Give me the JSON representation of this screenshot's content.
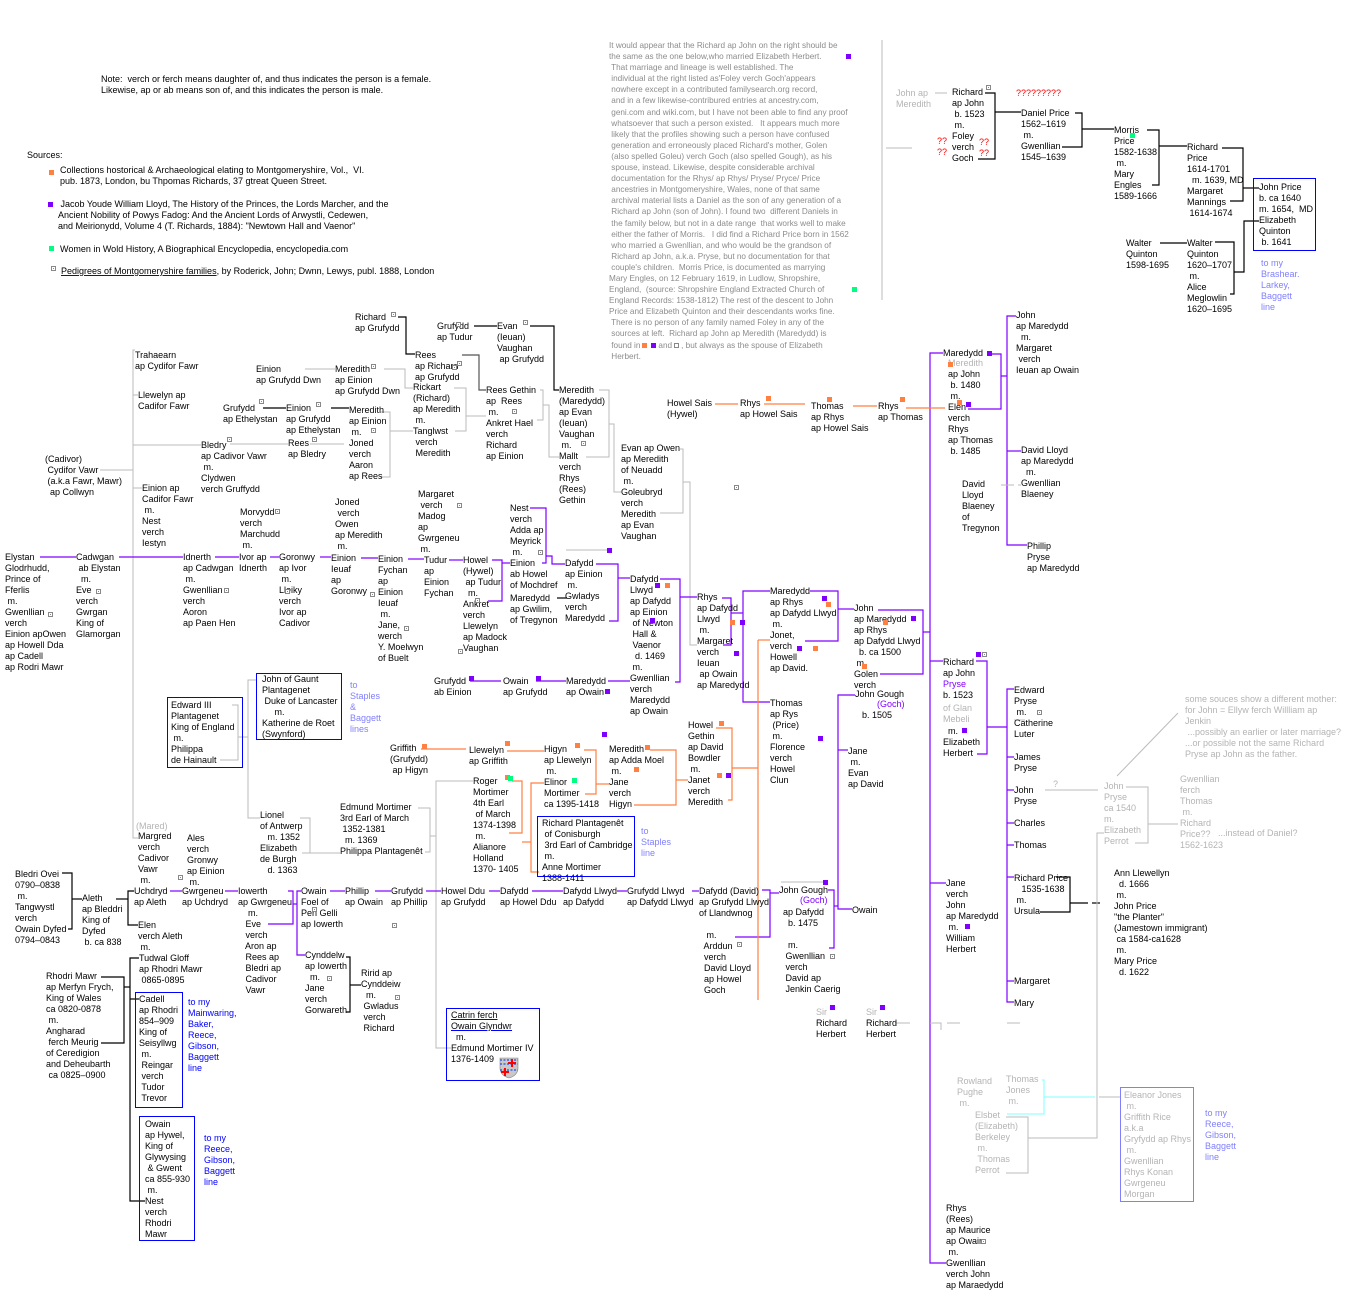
{
  "header": {
    "note": "Note:  verch or ferch means daughter of, and thus indicates the person is a female.\nLikewise, ap or ab means son of, and this indicates the person is male.",
    "sources_label": "Sources:",
    "sources": [
      {
        "marker": "orange-square",
        "color": "#ff8040",
        "text": "Collections hostorical & Archaeological elating to Montgomeryshire, Vol.,  VI.\npub. 1873, London, bu Thpomas Richards, 37 gtreat Queen Street."
      },
      {
        "marker": "purple-square",
        "color": "#8000ff",
        "text": " Jacob Youde William Lloyd, The History of the Princes, the Lords Marcher, and the\nAncient Nobility of Powys Fadog: And the Ancient Lords of Arwystli, Cedewen,\nand Meirionydd, Volume 4 (T. Richards, 1884): \"Newtown Hall and Vaenor\""
      },
      {
        "marker": "green-square",
        "color": "#00ff80",
        "text": "Women in Wold History, A Biographical Encyclopedia, encyclopedia.com"
      },
      {
        "marker": "grey-dot-square",
        "color": "#888888",
        "link": "Pedigrees of Montgomeryshire families",
        "text": ", by Roderick, John; Dwnn, Lewys, publ. 1888, London"
      }
    ]
  },
  "commentary": {
    "lines": [
      "It would appear that the Richard ap John on the right should be",
      "the same as the one below,who married Elizabeth Herbert.",
      " That marriage and lineage is well established. The",
      " individual at the right listed as'Foley verch Goch'appears",
      " nowhere except in a contributed familysearch.org record,",
      " and in a few likewise-contribured entries at ancestry.com,",
      " geni.com and wiki.com, but I have not been able to find any proof",
      " whatsoever that such a person existed.   It appears much more",
      " likely that the profiles showing such a person have confused",
      " generation and erroneously placed Richard's mother, Golen",
      " (also spelled Goleu) verch Goch (also spelled Gough), as his",
      " spouse, instead. Likewise, despite considerable archival",
      " documentation for the Rhys/ ap Rhys/ Pryse/ Pryce/ Price",
      " ancestries in Montgomeryshire, Wales, none of that same",
      " archival material lists a Daniel as the son of any generation of a",
      " Richard ap John (son of John). I found two  different Daniels in",
      " the family below, but not in a date range  that works well to make",
      " either the father of Morris.   I did find a Richard Price born in 1562",
      " who married a Gwenllian, and who would be the grandson of",
      " Richard ap John, a.k.a. Pryse, but no documentation for that",
      " couple's children.  Morris Price, is documented as marrying",
      "Mary Engles, on 12 February 1619, in Ludlow, Shropshire,",
      "England,  (source: Shropshire England Extracted Church of",
      "England Records: 1538-1812) The rest of the descent to John",
      "Price and Elizabeth Quinton and their descendants works fine.",
      " There is no person of any family named Foley in any of the",
      " sources at left.  Richard ap John ap Meredith (Maredydd) is"
    ],
    "found_in": " found in",
    "and": "and",
    "tail": ", but always as the spouse of Elizabeth",
    "last": " Herbert."
  },
  "people": [
    "John ap\nMeredith",
    "Richard\nap John\n b. 1523\n m.\nFoley\nverch\nGoch",
    "?????????",
    "??\n??",
    "??\n??",
    "Daniel Price\n1562–1619\n m.\nGwenllian\n1545–1639",
    "Morris\nPrice\n1582-1638\n m.\nMary\nEngles\n1589-1666",
    "Richard\nPrice\n1614-1701\n  m. 1639, MD\nMargaret\nMannings\n 1614-1674",
    "John Price\nb. ca 1640\nm. 1654,  MD\nElizabeth\nQuinton\n b. 1641",
    "Walter\nQuinton\n1598-1695",
    "Walter\nQuinton\n1620–1707\n m.\nAlice\nMeglowlin\n1620–1695",
    "Richard\nap Grufydd",
    "Grufydd\nap Tudur",
    "Evan\n(Ieuan)\nVaughan\n ap Grufydd",
    "Rees\nap Richard\nap Grufydd",
    "Rickart\n(Richard)\nap Meredith\n m.\nTanglwst\n verch\n Meredith",
    "Rees Gethin\nap  Rees\n m.\nAnkret Hael\nverch\nRichard\nap Einion",
    "Meredith\n(Maredydd)\nap Evan\n(Ieuan)\nVaughan\n m.\nMallt\nverch\nRhys\n(Rees)\nGethin",
    "Trahaearn\nap Cydifor Fawr",
    "Llewelyn ap\nCadifor Fawr",
    "Einion\nap Grufydd Dwn",
    "Meredith\nap Einion\nap Grufydd Dwn",
    "Grufydd\nap Ethelystan",
    "Einion\nap Grufydd\nap Ethelystan",
    "Meredith\nap Einion\n m.\nJoned\nverch\nAaron\nap Rees",
    "Bledry\nap Cadivor Vawr\n m.\nClydwen\nverch Gruffydd",
    "Rees\nap Bledry",
    "(Cadivor)\n Cydifor Vawr\n (a.k.a Fawr, Mawr)\n  ap Collwyn",
    "Einion ap\nCadifor Fawr\n m.\nNest\nverch\nIestyn",
    "Morvydd\nverch\nMarchudd\n m.",
    "Joned\n verch\nOwen\nap Meredith\n m.",
    "Margaret\n verch\nMadog\nap\nGwrgeneu\n m.",
    "Elystan\nGlodrhudd,\nPrince of\nFferlis\n m.\nGwenllian\nverch\nEinion apOwen\nap Howell Dda\nap Cadell\nap Rodri Mawr",
    "Cadwgan\n ab Elystan\n  m.\nEve\nverch\nGwrgan\nKing of\nGlamorgan",
    "Idnerth\nap Cadwgan\n m.\nGwenllian\nverch\nAoron\nap Paen Hen",
    "Ivor ap\nIdnerth",
    "Goronwy\nap Ivor\n m.\nLleiky\nverch\nIvor ap\nCadivor",
    "Einion\nIeuaf\nap\nGoronwy",
    "Einion\nFychan\nap\nEinion\nIeuaf\n m.\nJane,\nwerch\nY. Moelwyn\nof Buelt",
    "Tudur\nap\nEinion\nFychan",
    "Howel\n(Hywel)\n ap Tudur\n  m.\nAnkret\nverch\nLlewelyn\nap Madock\nVaughan",
    "Nest\nverch\nAdda ap\nMeyrick\n m.\nEinion\nab Howel\nof Mochdref",
    "Maredydd\nap Gwilim,\nof Tregynon",
    "Dafydd\nap Einion\n m.\nGwladys\nverch\nMaredydd",
    "Dafydd\nLlwyd\nap Dafydd\nap Einion\n of Newton\n Hall &\n Vaenor\n  d. 1469\n m.\nGwenllian\nverch\nMaredydd\nap Owain",
    "Evan ap Owen\nap Meredith\nof Neuadd\n m.\nGoleubryd\nverch\nMeredith\nap Evan\nVaughan",
    "Howel Sais\n(Hywel)",
    "Rhys\nap Howel Sais",
    "Thomas\nap Rhys\nap Howel Sais",
    "Rhys\nap Thomas",
    "Rhys\nap Dafydd\nLlwyd\n m.\nMargaret\nverch\nIeuan\n ap Owain\nap Maredydd",
    "Maredydd\nap Rhys\nap Dafydd Llwyd\n m.\nJonet,\nverch\nHowell\nap David.",
    "John\nap Maredydd\nap Rhys\nap Dafydd Llwyd\n  b. ca 1500\n m.\nGolen\nverch",
    "John Gough",
    "(Goch)",
    "b. 1505",
    "Thomas\nap Rys\n (Price)\n m.\nFlorence\nverch\nHowel\nClun",
    "Howel\nGethin\nap David\nBowdler\n m.\nJanet\nverch\nMeredith",
    "Jane\n m.\nEvan\nap David",
    "Grufydd\nab Einion",
    "Owain\nap Grufydd",
    "Maredydd\nap Owain",
    "Griffith\n(Grufydd)\n ap Higyn",
    "Llewelyn\nap Griffith",
    "Higyn\nap Llewelyn\n m.\nElinor\nMortimer\nca 1395-1418",
    "Meredith\nap Adda Moel\n m.\nJane\nverch\nHigyn",
    "Roger\nMortimer\n4th Earl\n of March\n1374-1398\n m.\nAlianore\nHolland\n1370- 1405",
    "Richard Plantagenêt\n of Conisburgh\n 3rd Earl of Cambridge\n m.\nAnne Mortimer\n1388-1411",
    "to\nStaples\nline",
    "John of Gaunt\nPlantagenet\n Duke of Lancaster\n     m.\nKatherine de Roet\n(Swynford)",
    "to\nStaples\n&\nBaggett\nlines",
    "Edward III\nPlantagenet\nKing of England\n m.\nPhilippa\nde Hainault",
    "Edmund Mortimer\n3rd Earl of March\n 1352-1381\n  m. 1369\nPhilippa Plantagenêt",
    "Lionel\nof Antwerp\n   m. 1352\nElizabeth\nde Burgh\n   d. 1363",
    "(Mared)",
    "Margred\nverch\nCadivor\nVawr\n m.",
    "Ales\nverch\nGronwy\nap Einion\n m.",
    "Bledri Ovei\n0790–0838\n m.\nTangwystl\nverch\nOwain Dyfed\n0794–0843",
    "Aleth\nap Bleddri\nKing of\nDyfed\n b. ca 838",
    "Uchdryd\nap Aleth",
    "Elen\nverch Aleth\n m.",
    "Gwrgeneu\nap Uchdryd",
    "Iowerth\nap Gwrgeneu\n    m.\n   Eve\n   verch\n   Aron ap\n   Rees ap\n   Bledri ap\n   Cadivor\n   Vawr",
    "Owain\nFoel of\nPen Gelli\nap Iowerth",
    "Phillip\nap Owain",
    "Grufydd\nap Phillip",
    "Howel Ddu\nap Grufydd",
    "Dafydd\nap Howel Ddu",
    "Dafydd Llwyd\nap Dafydd",
    "Grufydd Llwyd\nap Dafydd Llwyd",
    "Dafydd (David)\nap Grufydd Llwyd\nof Llandwnog\n\n   m.\n  Arddun\n  verch\n  David Lloyd\n  ap Howel\n  Goch",
    "John Gough",
    "(Goch)",
    "ap Dafydd\n  b. 1475\n\n  m.\n Gwenllian\n verch\n David ap\n Jenkin Caerig",
    "Owain",
    "Cynddelw\nap Iowerth\n  m.\nJane\nverch\nGorwareth",
    "Ririd ap\nCynddeiw\n  m.\n Gwladus\n verch\n Richard",
    "Tudwal Gloff\nap Rhodri Mawr\n 0865-0895",
    "Rhodri Mawr\nap Merfyn Frych,\nKing of Wales\nca 0820-0878\n m.\nAngharad\n ferch Meurig\nof Ceredigion\nand Deheubarth\n ca 0825–0900",
    "Cadell\nap Rhodri\n854–909\nKing of\nSeisyllwg\n m.\n Reingar\n verch\n Tudor\n Trevor",
    "to my\nMainwaring,\nBaker,\nReece,\nGibson,\nBaggett\nline",
    "Owain\nap Hywel,\nKing of\nGlywysing\n & Gwent\nca 855-930\n m.\nNest\nverch\nRhodri\nMawr",
    "to my\nReece,\nGibson,\nBaggett\nline",
    "Catrin ferch\nOwain Glyndwr",
    "  m.\nEdmund Mortimer IV\n1376-1409",
    "Sir",
    "Richard\nHerbert",
    "Sir",
    "Richard\nHerbert",
    "Maredydd",
    "Meredith",
    "ap John\n b. 1480\n m.\nElen\nverch\nRhys\nap Thomas\n b. 1485",
    "John\nap Maredydd\n  m.\nMargaret\n verch\nIeuan ap Owain",
    "David Lloyd\nap Maredydd\n  m.\nGwenllian\nBlaeney",
    "David\nLloyd\nBlaeney\nof\nTregynon",
    "Phillip\nPryse\nap Maredydd",
    "Richard\nap John",
    "Pryse",
    "b. 1523",
    "of Glan\nMebeli",
    "  m.\nElizabeth\nHerbert",
    "Edward\nPryse\n m.\nCatherine\nLuter",
    "James\nPryse",
    "John\nPryse",
    "Charles",
    "Thomas",
    "Richard Price\n   1535-1638\n m.\nUrsula",
    "Margaret",
    "Mary",
    "Jane\nverch\nJohn\nap Maredydd\n m.\nWilliam\nHerbert",
    "some souces show a different mother:\nfor John = Ellyw ferch Willliam ap\nJenkin\n ...possibly an earlier or later marriage?\n...or possible not the same Richard\nPryse ap John as the father.",
    "John\nPryse\nca 1540\nm.\nElizabeth\nPerrot",
    "Gwenllian\nferch\nThomas\n m.\nRichard\nPrice??\n1562-1623",
    "...instead of Daniel?",
    "?",
    "Ann Llewellyn\n  d. 1666\n m.\nJohn Price\n\"the Planter\"\n(Jamestown immigrant)\n ca 1584-ca1628\n m.\nMary Price\n  d. 1622",
    "Rowland\nPughe\n m.",
    "Thomas\nJones\n m.",
    "Elsbet\n(Elizabeth)\nBerkeley\n m.\n Thomas\nPerrot",
    "Eleanor Jones\n m.\nGriffith Rice\na.k.a\nGryfydd ap Rhys\n m.\nGwenllian\nRhys Konan\nGwrgeneu\nMorgan",
    "to my\nReece,\nGibson,\nBaggett\nline",
    "Rhys\n(Rees)\nap Maurice\nap Owain\n m.\nGwenllian\nverch John\nap Maraedydd",
    "to my\nBrashear.\nLarkey,\nBaggett\nline"
  ],
  "colors": {
    "source_orange": "#ff8040",
    "source_purple": "#8000ff",
    "source_green": "#00ff80",
    "box_blue": "#0000ff",
    "link_light_blue": "#8080ff",
    "line_grey": "#bbbbbb",
    "connector_cyan": "#80ffff"
  }
}
